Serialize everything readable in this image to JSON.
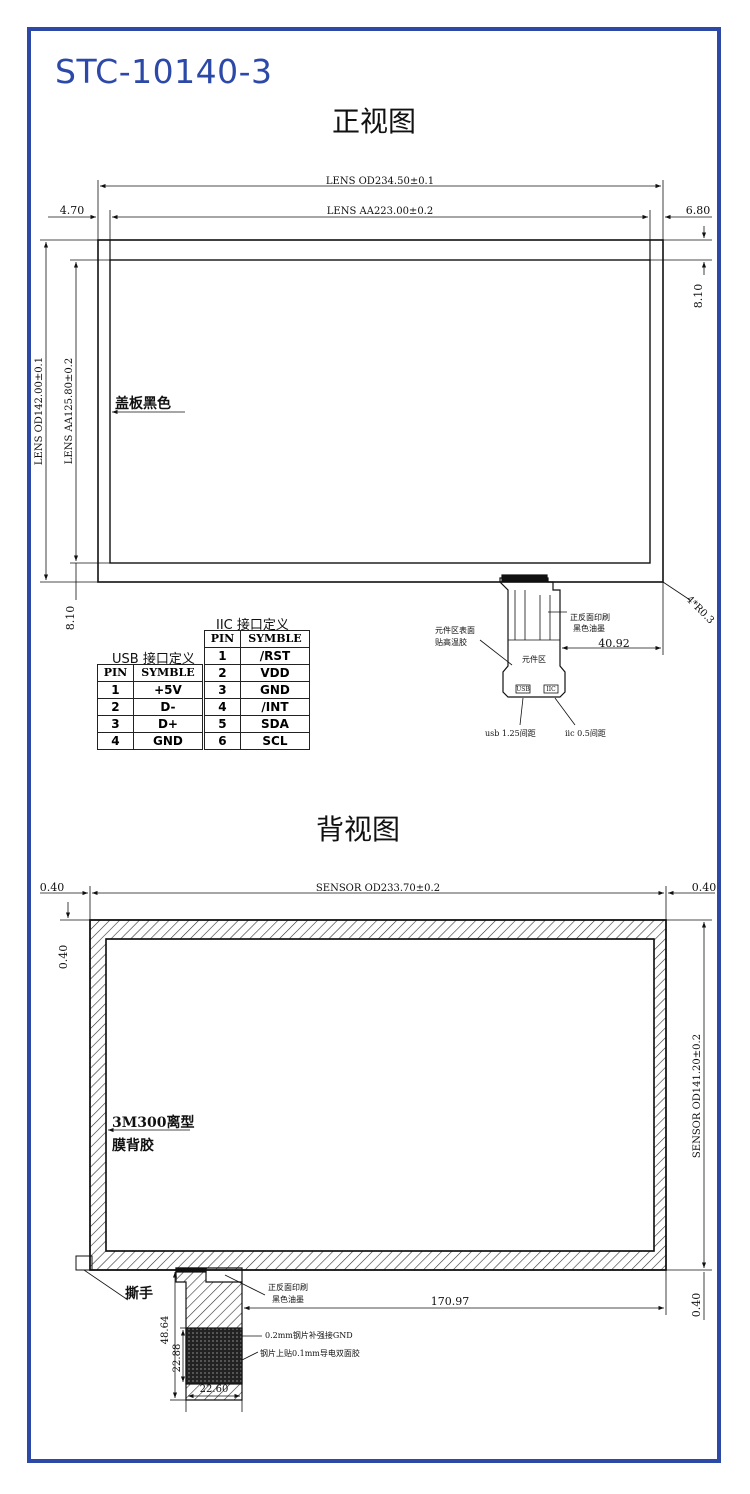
{
  "product_code": "STC-10140-3",
  "front_view": {
    "title": "正视图",
    "dims": {
      "lens_od_width": "LENS OD234.50±0.1",
      "lens_aa_width": "LENS AA223.00±0.2",
      "left_margin": "4.70",
      "right_margin": "6.80",
      "top_margin": "8.10",
      "lens_od_height": "LENS OD142.00±0.1",
      "lens_aa_height": "LENS AA125.80±0.2",
      "bottom_margin": "8.10",
      "corner_radius": "4*R0.3",
      "fpc_offset": "40.92"
    },
    "notes": {
      "cover_black": "盖板黑色",
      "component_area_tape_1": "元件区表面",
      "component_area_tape_2": "贴高温胶",
      "print_note_1": "正反面印刷",
      "print_note_2": "黑色油墨",
      "component_area": "元件区",
      "usb_pitch": "usb 1.25间距",
      "iic_pitch": "iic 0.5间距",
      "usb_chip": "USB",
      "iic_chip": "IIC"
    }
  },
  "usb_table": {
    "title": "USB 接口定义",
    "headers": [
      "PIN",
      "SYMBLE"
    ],
    "rows": [
      [
        "1",
        "+5V"
      ],
      [
        "2",
        "D-"
      ],
      [
        "3",
        "D+"
      ],
      [
        "4",
        "GND"
      ]
    ]
  },
  "iic_table": {
    "title": "IIC 接口定义",
    "headers": [
      "PIN",
      "SYMBLE"
    ],
    "rows": [
      [
        "1",
        "/RST"
      ],
      [
        "2",
        "VDD"
      ],
      [
        "3",
        "GND"
      ],
      [
        "4",
        "/INT"
      ],
      [
        "5",
        "SDA"
      ],
      [
        "6",
        "SCL"
      ]
    ]
  },
  "back_view": {
    "title": "背视图",
    "dims": {
      "sensor_od_width": "SENSOR OD233.70±0.2",
      "left_margin": "0.40",
      "right_margin": "0.40",
      "top_margin": "0.40",
      "sensor_od_height": "SENSOR OD141.20±0.2",
      "bottom_margin": "0.40",
      "fpc_offset": "170.97",
      "fpc_length": "48.64",
      "stiffener_length": "22.88",
      "fpc_width": "22.60"
    },
    "notes": {
      "adhesive_1": "3M300离型",
      "adhesive_2": "膜背胶",
      "tear_tab": "撕手",
      "print_note_1": "正反面印刷",
      "print_note_2": "黑色油墨",
      "steel_note": "0.2mm钢片补强接GND",
      "conductive_note": "钢片上贴0.1mm导电双面胶"
    }
  },
  "colors": {
    "accent": "#2c49a8",
    "line": "#111111"
  }
}
